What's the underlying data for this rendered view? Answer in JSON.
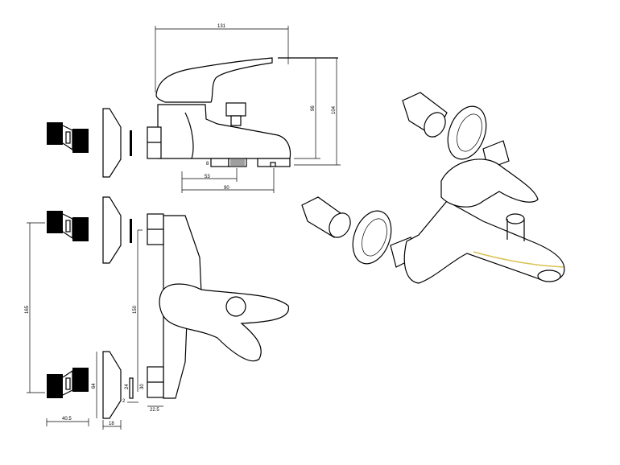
{
  "drawing": {
    "side_view_dimensions": {
      "overall_length": "131",
      "height_to_spout": "96",
      "overall_height": "104",
      "inlet_to_outlet_a": "53",
      "inlet_to_outlet_b": "90",
      "small_tag": "8"
    },
    "front_view_dimensions": {
      "connector_spacing": "165",
      "body_spacing": "150",
      "flange_diameter": "64",
      "connector_depth": "40.5",
      "flange_depth": "18",
      "washer_height": "24",
      "nut_size": "30",
      "gap": "2",
      "nut_width": "22.5"
    },
    "colors": {
      "line": "#000000",
      "highlight": "#d8c050"
    }
  }
}
